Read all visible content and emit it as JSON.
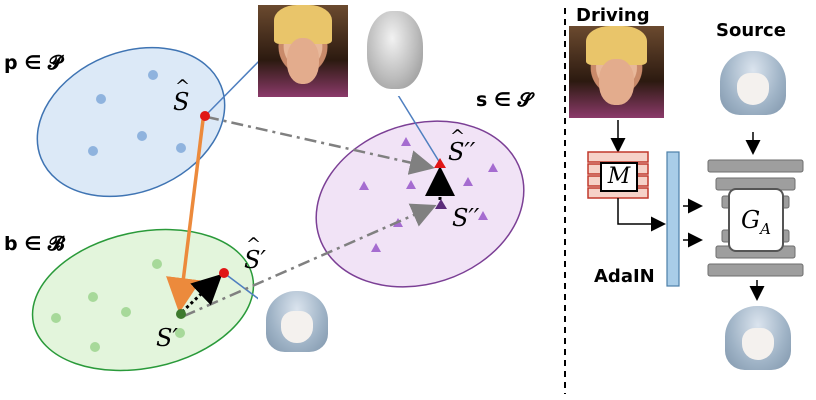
{
  "sets": {
    "p": {
      "label": "p ∈ 𝓟",
      "fill": "#dce9f7",
      "stroke": "#3f74b3",
      "dot": "#8fb3de"
    },
    "b": {
      "label": "b ∈ 𝓑",
      "fill": "#e3f5dc",
      "stroke": "#2a9a3a",
      "dot": "#a7d99a"
    },
    "s": {
      "label": "s ∈ 𝓢",
      "fill": "#f1e3f6",
      "stroke": "#7b3f95",
      "dot": "#a56cd0"
    }
  },
  "points": {
    "S_hat": "S",
    "S_prime": "S′",
    "S_hat_prime": "S′",
    "S_hat_double_prime": "S′′",
    "S_double_prime": "S′′"
  },
  "pipeline": {
    "driving_label": "Driving",
    "source_label": "Source",
    "adain_label": "AdaIN",
    "mapper_symbol": "M",
    "generator_symbol": "G",
    "generator_sub": "A"
  },
  "colors": {
    "orange_arrow": "#ec8a3c",
    "dash_arrow": "#808080",
    "red_point": "#e01616",
    "green_point": "#3d7a2e",
    "purple_point": "#5b2b7a",
    "mapper_red": "#c0392b",
    "mapper_fill": "#f6d2c8",
    "adain_fill": "#a9cde8",
    "bar_gray": "#9e9e9e"
  }
}
